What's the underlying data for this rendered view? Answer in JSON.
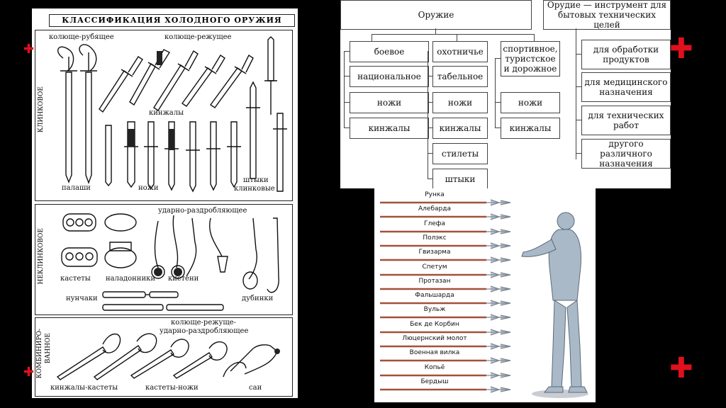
{
  "left": {
    "title": "КЛАССИФИКАЦИЯ ХОЛОДНОГО ОРУЖИЯ",
    "klinkovoe": {
      "side": "КЛИНКОВОЕ",
      "kolusche_rubyaschee": "колюще-рубящее",
      "kolusche_rezhuschee": "колюще-режущее",
      "kinzhaly": "кинжалы",
      "palashi": "палаши",
      "nozhi": "ножи",
      "shtyki_1": "штыки",
      "shtyki_2": "клинковые"
    },
    "neklinkovoe": {
      "side": "НЕКЛИНКОВОЕ",
      "udarno": "ударно-раздробляющее",
      "kastety": "кастеты",
      "naladonniki": "наладонники",
      "kisteni": "кистени",
      "nunchaki": "нунчаки",
      "dubinki": "дубинки"
    },
    "kombinirovannoe": {
      "side_1": "КОМБИНИРО-",
      "side_2": "ВАННОЕ",
      "head_1": "колюще-режуще-",
      "head_2": "ударно-раздробляющее",
      "kinzhaly_kastety": "кинжалы-кастеты",
      "kastety_nozhi": "кастеты-ножи",
      "sai": "саи"
    }
  },
  "diagram": {
    "oruzhie": "Оружие",
    "orudie_1": "Орудие — инструмент для",
    "orudie_2": "бытовых технических целей",
    "boevoe": "боевое",
    "natsionalnoe": "национальное",
    "nozhi_a": "ножи",
    "kinzhaly_a": "кинжалы",
    "okhotniche": "охотничье",
    "tabelnoe": "табельное",
    "nozhi_b": "ножи",
    "kinzhaly_b": "кинжалы",
    "stilety": "стилеты",
    "shtyki": "штыки",
    "sport_1": "спортивное,",
    "sport_2": "туристское",
    "sport_3": "и дорожное",
    "nozhi_c": "ножи",
    "kinzhaly_c": "кинжалы",
    "prod_1": "для обработки",
    "prod_2": "продуктов",
    "med_1": "для медицинского",
    "med_2": "назначения",
    "tech_1": "для технических",
    "tech_2": "работ",
    "other_1": "другого различного",
    "other_2": "назначения"
  },
  "polearms": [
    "Рунка",
    "Алебарда",
    "Глефа",
    "Полэкс",
    "Гвизарма",
    "Спетум",
    "Протазан",
    "Фальшарда",
    "Вульж",
    "Бек де Корбин",
    "Люцернский молот",
    "Военная вилка",
    "Копьё",
    "Бердыш"
  ],
  "accent_color": "#e0101c"
}
